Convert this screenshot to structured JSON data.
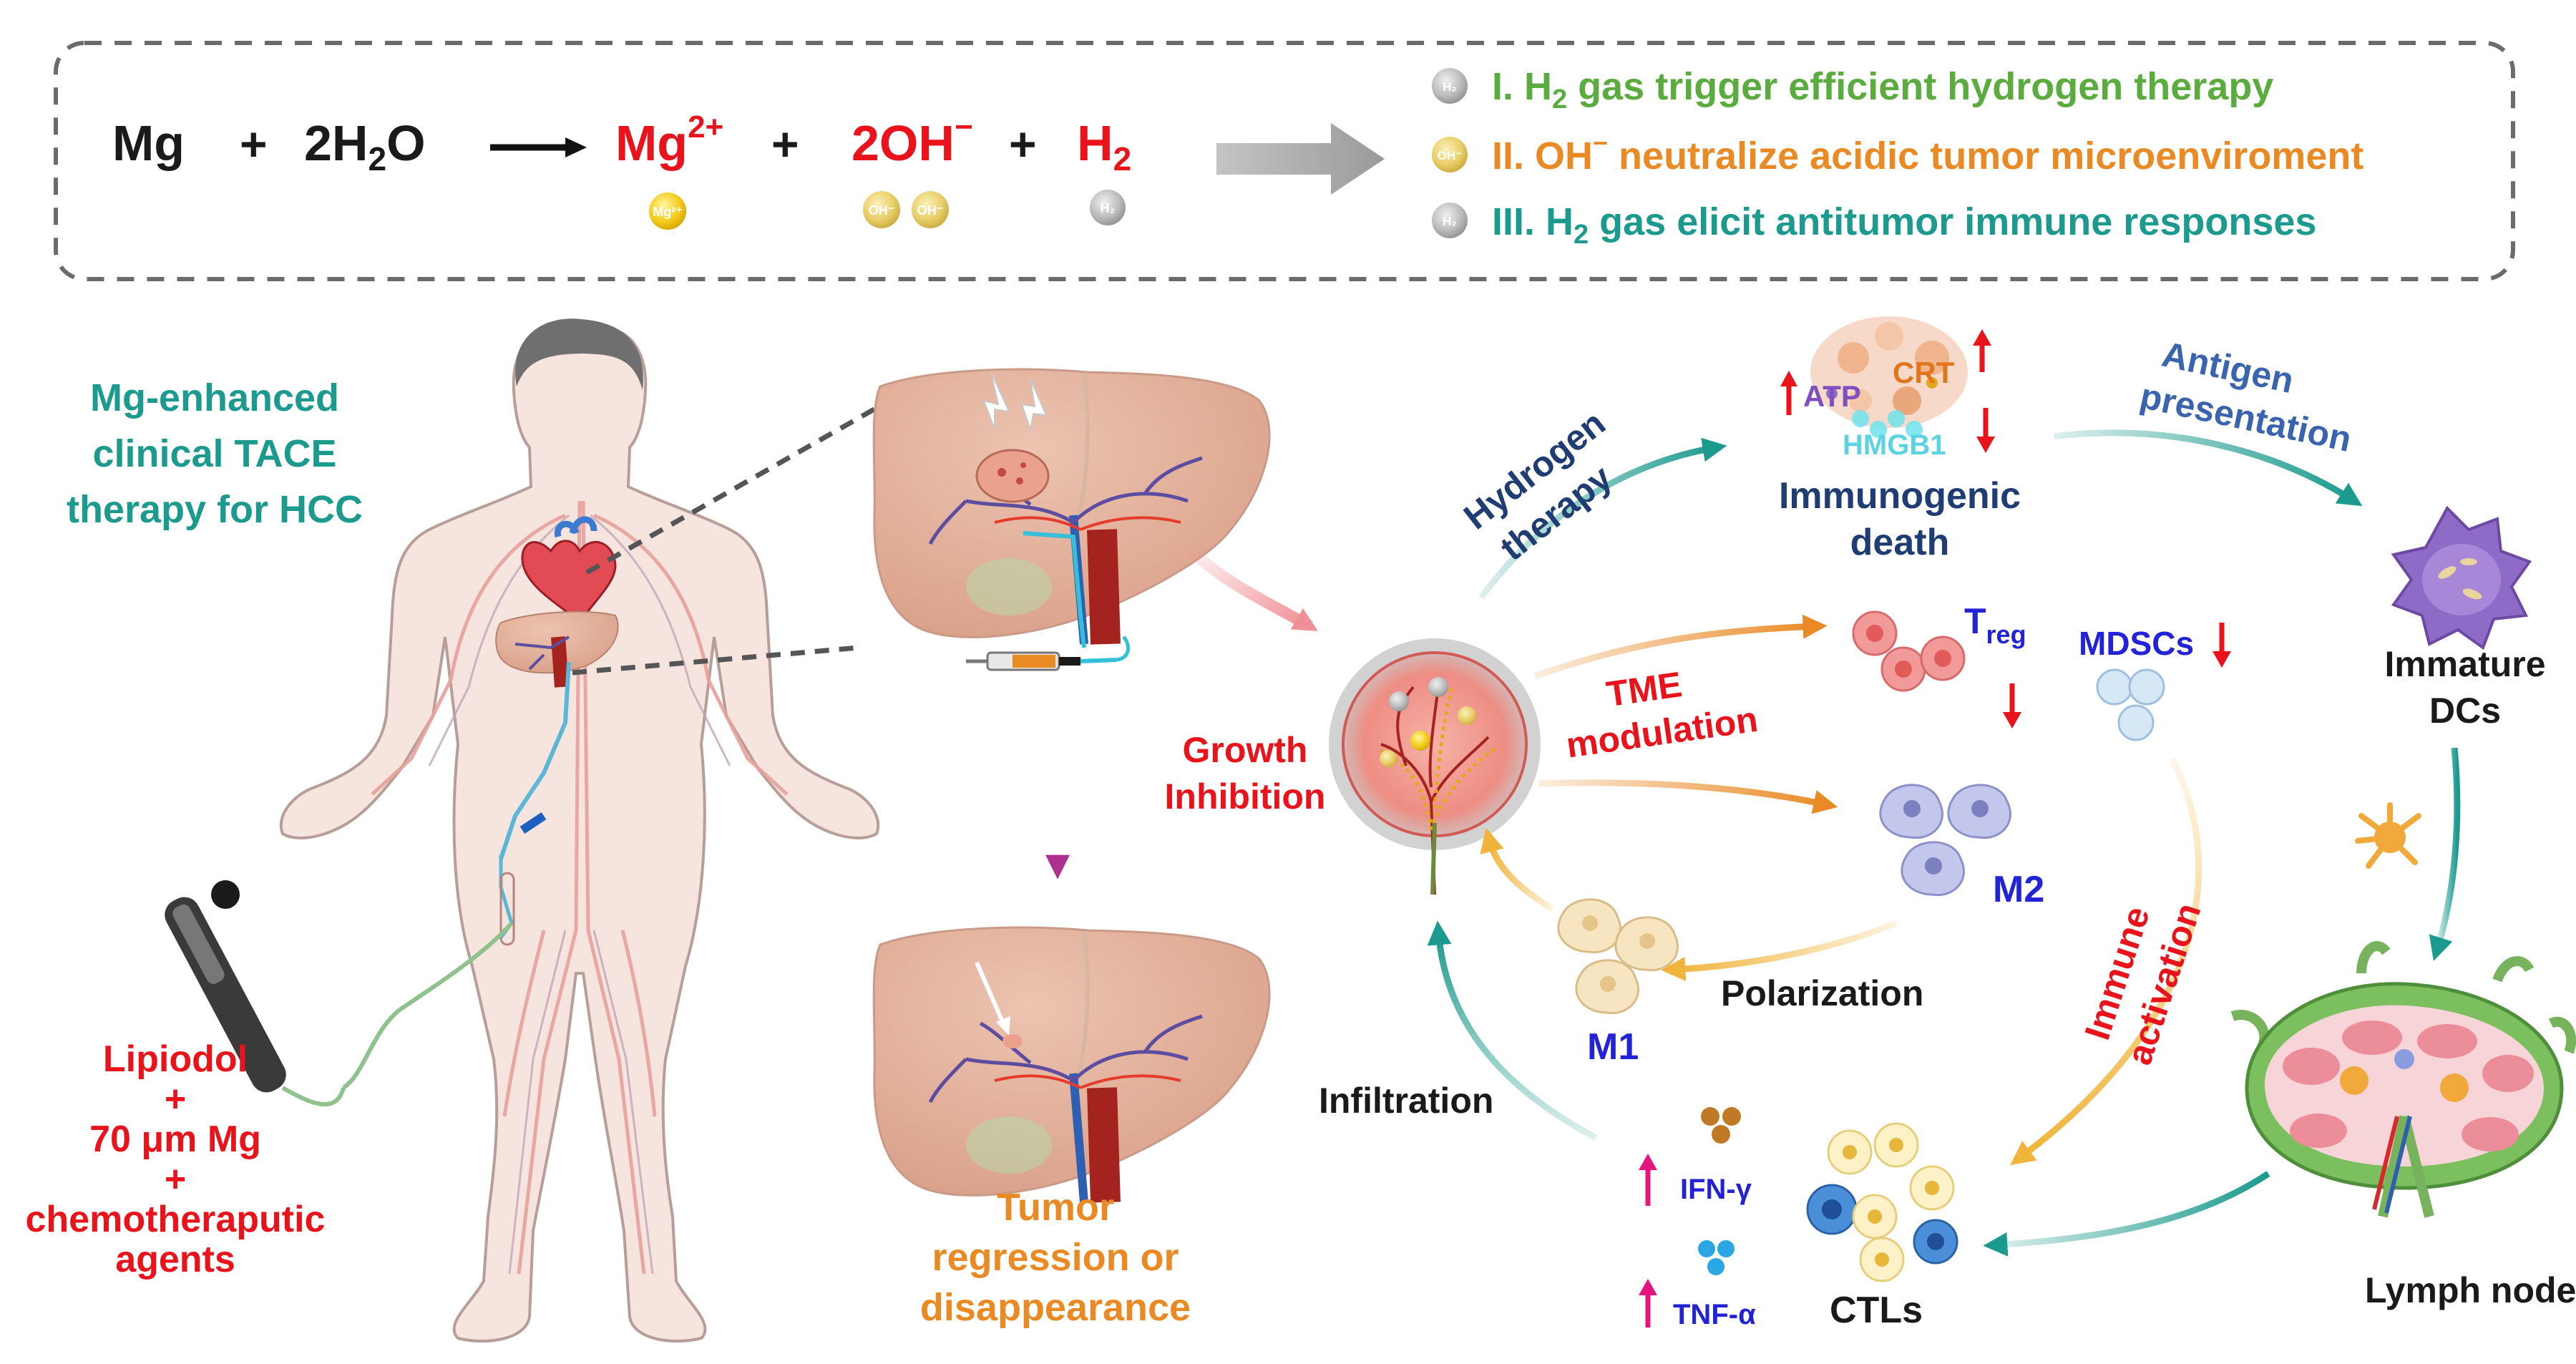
{
  "equation": {
    "mg": "Mg",
    "plus": "+",
    "water_coef": "2H",
    "water_sub": "2",
    "water_o": "O",
    "mg_ion": "Mg",
    "mg_ion_sup": "2+",
    "hydroxide": "2OH",
    "hydroxide_sup": "−",
    "h2": "H",
    "h2_sub": "2",
    "badge_mg": "Mg²⁺",
    "badge_oh": "OH⁻",
    "badge_h2": "H₂"
  },
  "mechanisms": [
    {
      "pre": "I. H",
      "sub": "2",
      "post": " gas trigger efficient hydrogen therapy",
      "color": "#5aac3e",
      "badge": "H₂"
    },
    {
      "pre": "II. OH",
      "sup": "−",
      "post": " neutralize acidic tumor microenviroment",
      "color": "#e98a25",
      "badge": "OH⁻"
    },
    {
      "pre": "III. H",
      "sub": "2",
      "post": " gas elicit antitumor immune responses",
      "color": "#1c9a8e",
      "badge": "H₂"
    }
  ],
  "left": {
    "title": [
      "Mg-enhanced",
      "clinical TACE",
      "therapy for HCC"
    ],
    "formula": [
      "Lipiodol",
      "+",
      "70 μm Mg",
      "+",
      "chemotheraputic",
      "agents"
    ]
  },
  "outcome": [
    "Tumor",
    "regression or",
    "disappearance"
  ],
  "labels": {
    "growth_inhibition": [
      "Growth",
      "Inhibition"
    ],
    "hydrogen_therapy": [
      "Hydrogen",
      "therapy"
    ],
    "tme_modulation": [
      "TME",
      "modulation"
    ],
    "atp": "ATP",
    "crt": "CRT",
    "hmgb1": "HMGB1",
    "immunogenic_death": [
      "Immunogenic",
      "death"
    ],
    "antigen_presentation": [
      "Antigen",
      "presentation"
    ],
    "immature_dcs": [
      "Immature",
      "DCs"
    ],
    "treg": "T",
    "treg_sub": "reg",
    "mdscs": "MDSCs",
    "m2": "M2",
    "m1": "M1",
    "polarization": "Polarization",
    "immune_activation": [
      "Immune",
      "activation"
    ],
    "infiltration": "Infiltration",
    "ifn": "IFN-γ",
    "tnf": "TNF-α",
    "ctls": "CTLs",
    "lymph_node": "Lymph node"
  },
  "colors": {
    "red": "#e8131b",
    "green": "#5aac3e",
    "orange": "#e98a25",
    "teal": "#1c9a8e",
    "navy": "#1f3d72",
    "blue": "#2222d6",
    "magenta": "#e6157e",
    "purple": "#b0308f"
  }
}
